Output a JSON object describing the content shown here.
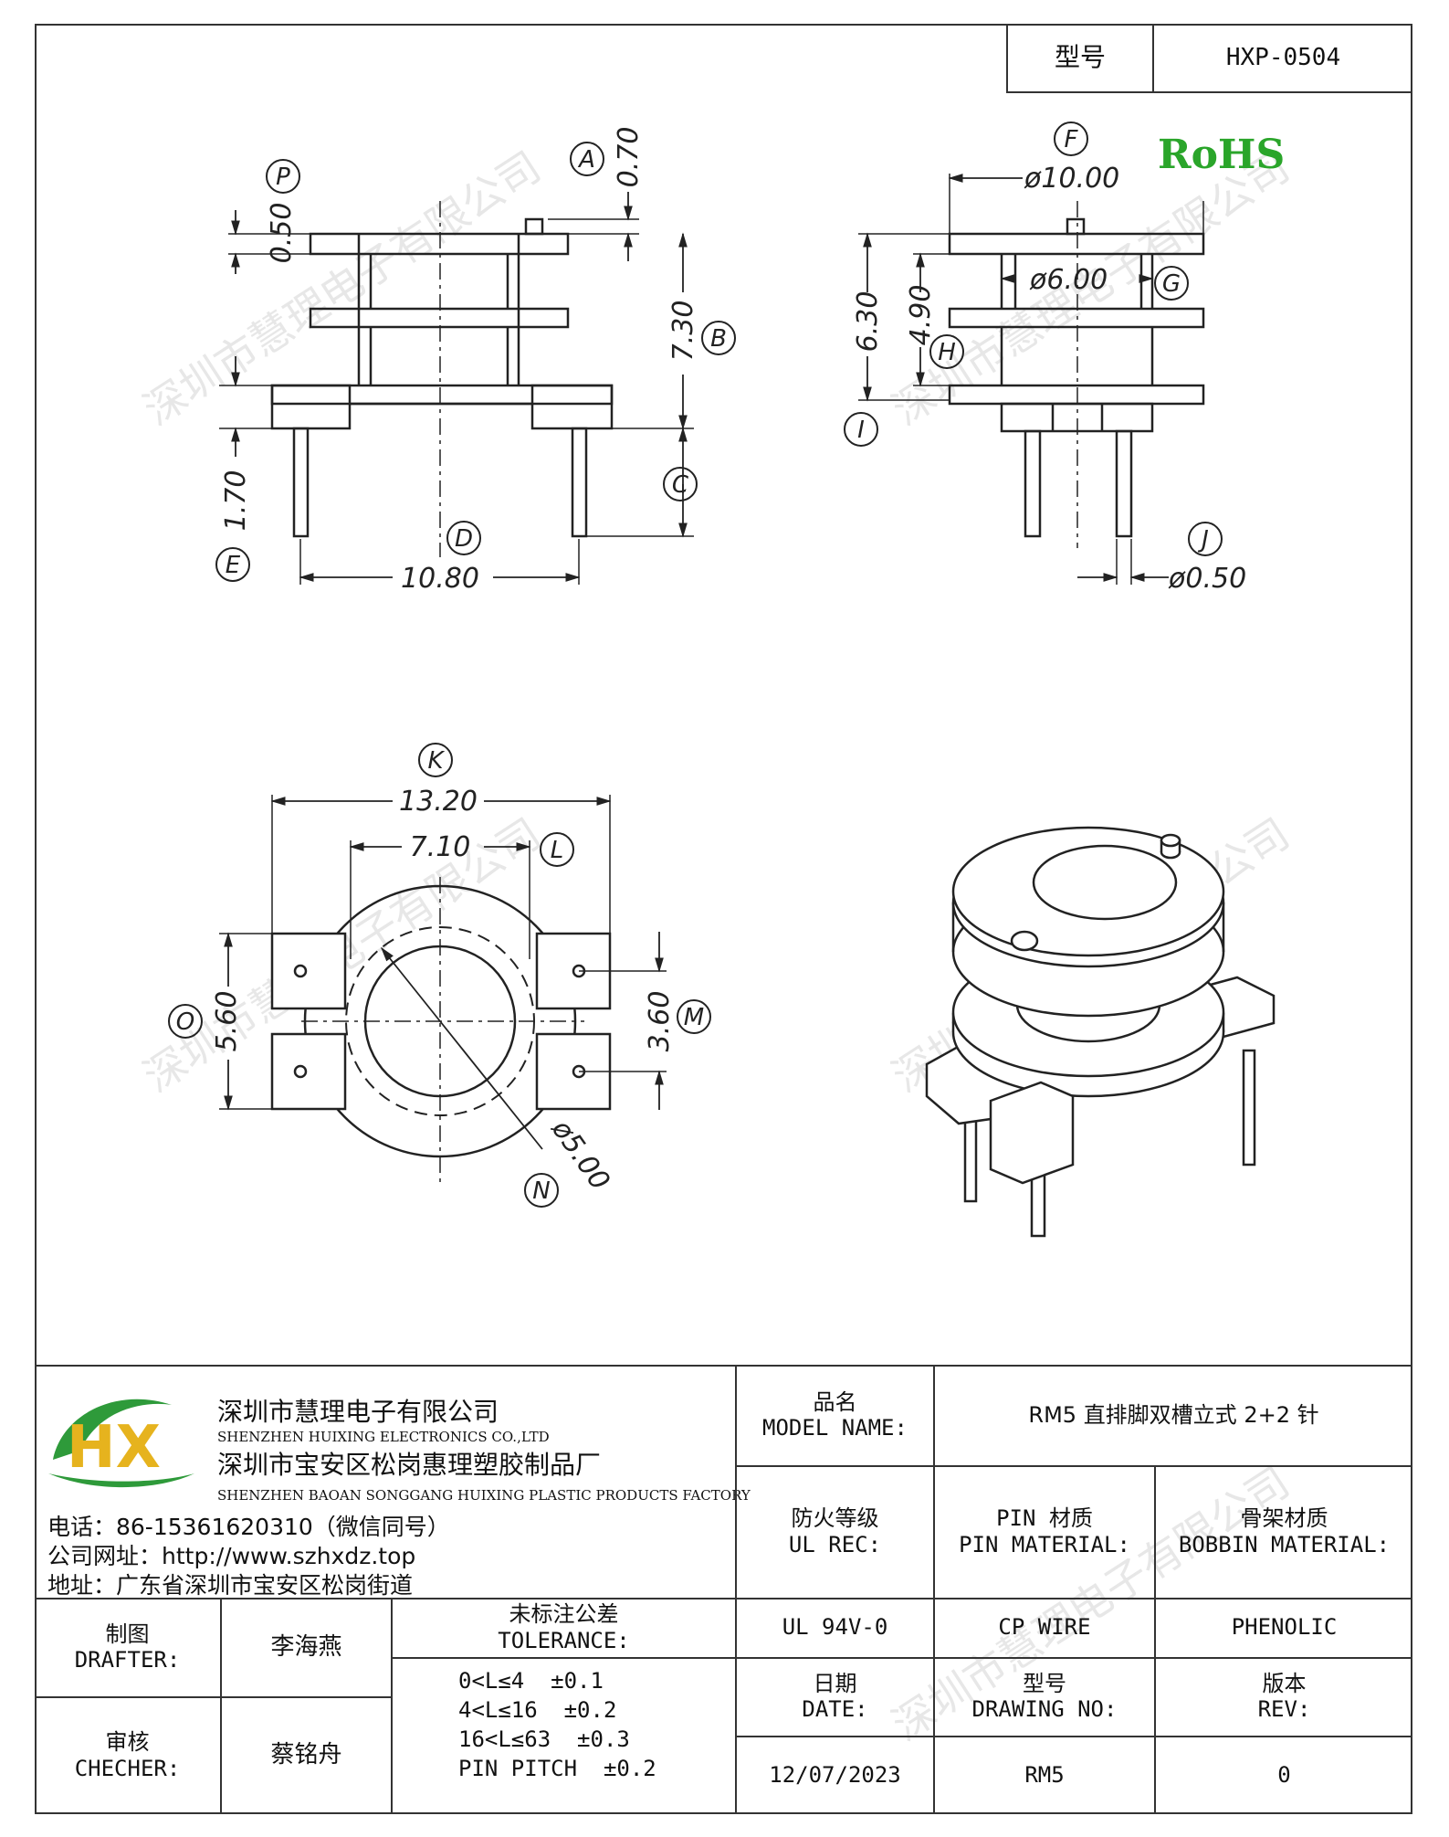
{
  "header": {
    "model_label": "型号",
    "model_value": "HXP-0504"
  },
  "rohs": "RoHS",
  "watermark": "深圳市慧理电子有限公司",
  "drawing": {
    "side_view": {
      "markers": [
        "P",
        "A",
        "B",
        "C",
        "D",
        "E"
      ],
      "dims": {
        "a": "0.70",
        "p": "0.50",
        "b": "7.30",
        "e": "1.70",
        "d": "10.80"
      }
    },
    "end_view": {
      "markers": [
        "F",
        "G",
        "H",
        "I",
        "J"
      ],
      "dims": {
        "f": "ø10.00",
        "g": "ø6.00",
        "i": "6.30",
        "h": "4.90",
        "j": "ø0.50"
      }
    },
    "top_view": {
      "markers": [
        "K",
        "L",
        "O",
        "M",
        "N"
      ],
      "dims": {
        "k": "13.20",
        "l": "7.10",
        "o": "5.60",
        "m": "3.60",
        "n": "ø5.00"
      }
    }
  },
  "company": {
    "logo_text": "HX",
    "name_cn": "深圳市慧理电子有限公司",
    "name_en": "SHENZHEN HUIXING ELECTRONICS CO.,LTD",
    "factory_cn": "深圳市宝安区松岗惠理塑胶制品厂",
    "factory_en": "SHENZHEN BAOAN SONGGANG HUIXING PLASTIC PRODUCTS FACTORY",
    "phone": "电话：86-15361620310（微信同号）",
    "website": "公司网址：http://www.szhxdz.top",
    "address": "地址：广东省深圳市宝安区松岗街道"
  },
  "title_block": {
    "model_name_cn": "品名",
    "model_name_en": "MODEL NAME:",
    "model_name_value": "RM5 直排脚双槽立式 2+2 针",
    "fire_cn": "防火等级",
    "fire_en": "UL REC:",
    "pin_mat_cn": "PIN 材质",
    "pin_mat_en": "PIN MATERIAL:",
    "bobbin_mat_cn": "骨架材质",
    "bobbin_mat_en": "BOBBIN MATERIAL:",
    "fire_value": "UL 94V-0",
    "pin_value": "CP WIRE",
    "bobbin_value": "PHENOLIC",
    "date_cn": "日期",
    "date_en": "DATE:",
    "drawing_no_cn": "型号",
    "drawing_no_en": "DRAWING NO:",
    "rev_cn": "版本",
    "rev_en": "REV:",
    "date_value": "12/07/2023",
    "drawing_no_value": "RM5",
    "rev_value": "0",
    "drafter_cn": "制图",
    "drafter_en": "DRAFTER:",
    "drafter_value": "李海燕",
    "checker_cn": "审核",
    "checker_en": "CHECHER:",
    "checker_value": "蔡铭舟",
    "tolerance_cn": "未标注公差",
    "tolerance_en": "TOLERANCE:",
    "tolerance_lines": [
      "0<L≤4  ±0.1",
      "4<L≤16  ±0.2",
      "16<L≤63  ±0.3",
      "PIN PITCH  ±0.2"
    ]
  }
}
